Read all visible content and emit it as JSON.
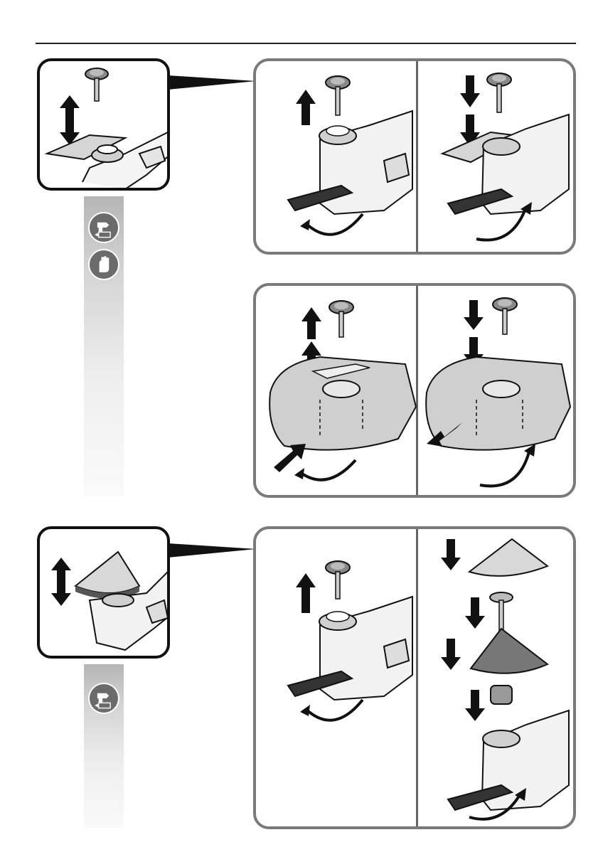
{
  "page": {
    "symbols": {
      "step1": [
        "disconnect-battery-icon",
        "wear-gloves-icon"
      ],
      "step2": [
        "disconnect-battery-icon"
      ]
    },
    "panels": {
      "blade_change": [
        "release-blade",
        "fit-blade"
      ],
      "guard_blade_change": [
        "release-blade-with-guard",
        "fit-blade-with-guard"
      ],
      "sanding_pad_change": [
        "release-pad",
        "fit-sanding-pad-and-sheet"
      ]
    },
    "colors": {
      "frame": "#7a7a7a",
      "inset_border": "#111111",
      "symbol": "#6b6b6b",
      "arrow": "#111111",
      "strip_top": "#b5b5b5"
    }
  }
}
